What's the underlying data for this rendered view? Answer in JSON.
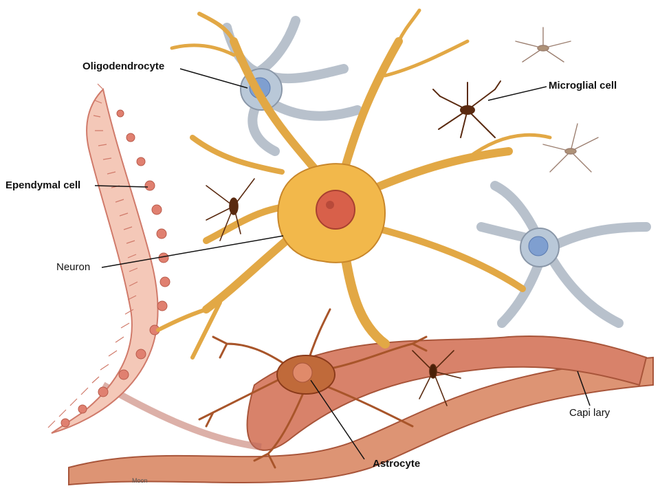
{
  "labels": {
    "oligodendrocyte": "Oligodendrocyte",
    "microglial_cell": "Microglial cell",
    "ependymal_cell": "Ependymal cell",
    "neuron": "Neuron",
    "capillary": "Capi lary",
    "astrocyte": "Astrocyte",
    "artist_signature": "Moon"
  },
  "colors": {
    "neuron_fill": "#f2b84b",
    "neuron_stroke": "#c8862a",
    "nucleus": "#d8604a",
    "oligo_fill": "#b9c8d8",
    "oligo_stroke": "#8a97a8",
    "oligo_nucleus": "#7f9fd0",
    "microglia": "#5a2a10",
    "astrocyte": "#a8552a",
    "ependymal_fill": "#f4c8b8",
    "ependymal_stroke": "#d07a6a",
    "capillary_fill": "#d88a6a",
    "capillary_stroke": "#a8553a"
  }
}
